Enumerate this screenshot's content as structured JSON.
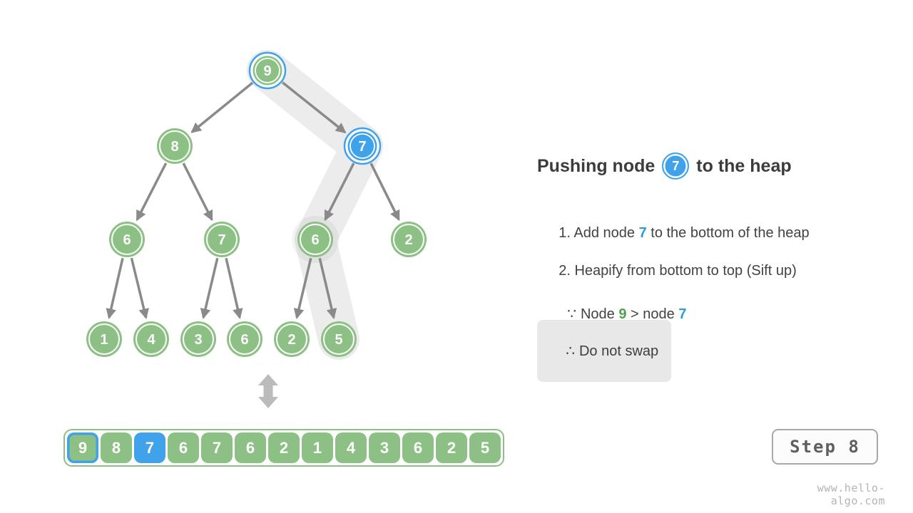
{
  "colors": {
    "green": "#8CC084",
    "blue": "#3FA2EB",
    "band": "#ECECEC",
    "arrow": "#8A8A8A",
    "swap_arrow": "#BBBBBB",
    "text_dark": "#3C3C3C",
    "text_body": "#424242",
    "green_text": "#52A14E",
    "blue_text": "#2E9BDB",
    "box_bg": "#E8E8E8"
  },
  "tree": {
    "node_values": [
      "9",
      "8",
      "7",
      "6",
      "7",
      "6",
      "2",
      "1",
      "4",
      "3",
      "6",
      "2",
      "5"
    ]
  },
  "array": {
    "values": [
      "9",
      "8",
      "7",
      "6",
      "7",
      "6",
      "2",
      "1",
      "4",
      "3",
      "6",
      "2",
      "5"
    ],
    "highlight_border_index": 0,
    "highlight_fill_index": 2
  },
  "panel": {
    "title_prefix": "Pushing node",
    "title_node_value": "7",
    "title_suffix": "to the heap",
    "step1": {
      "num": "1.",
      "a": "Add node ",
      "b": "7",
      "c": " to the bottom of the heap"
    },
    "step2": {
      "num": "2.",
      "a": "Heapify from bottom to top (Sift up)"
    },
    "because": {
      "sym": "∵",
      "a": "Node ",
      "b": "9",
      "c": " > node ",
      "d": "7"
    },
    "conclusion": {
      "sym": "∴",
      "text": "Do not swap"
    }
  },
  "footer": {
    "step_label": "Step 8",
    "watermark": "www.hello-algo.com"
  }
}
